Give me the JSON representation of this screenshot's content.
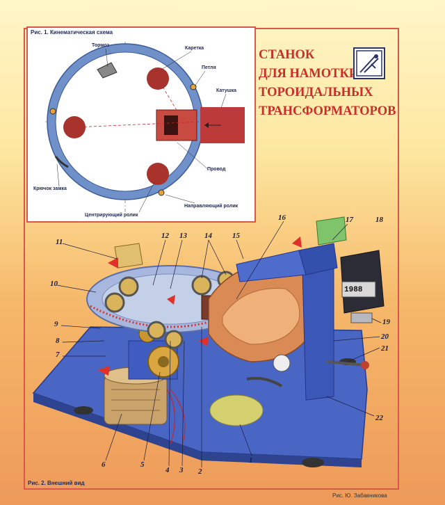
{
  "title_lines": [
    "СТАНОК",
    "ДЛЯ НАМОТКИ",
    "ТОРОИДАЛЬНЫХ",
    "ТРАНСФОРМАТОРОВ"
  ],
  "fig1": {
    "caption": "Рис. 1. Кинематическая схема",
    "labels": {
      "tormoz": "Тормоз",
      "karetka": "Каретка",
      "petlya": "Петля",
      "katushka": "Катушка",
      "provod": "Провод",
      "kryuchok": "Крючок замка",
      "napravl": "Направляющий ролик",
      "centr": "Центрирующий ролик"
    }
  },
  "fig2": {
    "caption": "Рис. 2. Внешний вид",
    "counter": "1988",
    "numbers": {
      "n1": "1",
      "n2": "2",
      "n3": "3",
      "n4": "4",
      "n5": "5",
      "n6": "6",
      "n7": "7",
      "n8": "8",
      "n9": "9",
      "n10": "10",
      "n11": "11",
      "n12": "12",
      "n13": "13",
      "n14": "14",
      "n15": "15",
      "n16": "16",
      "n17": "17",
      "n18": "18",
      "n19": "19",
      "n20": "20",
      "n21": "21",
      "n22": "22"
    }
  },
  "credit": "Рис. Ю. Забавникова",
  "colors": {
    "accent": "#c92f2a",
    "frame": "#d8564a",
    "machine_blue": "#3b57b8",
    "ring_blue": "#9fb1da"
  }
}
